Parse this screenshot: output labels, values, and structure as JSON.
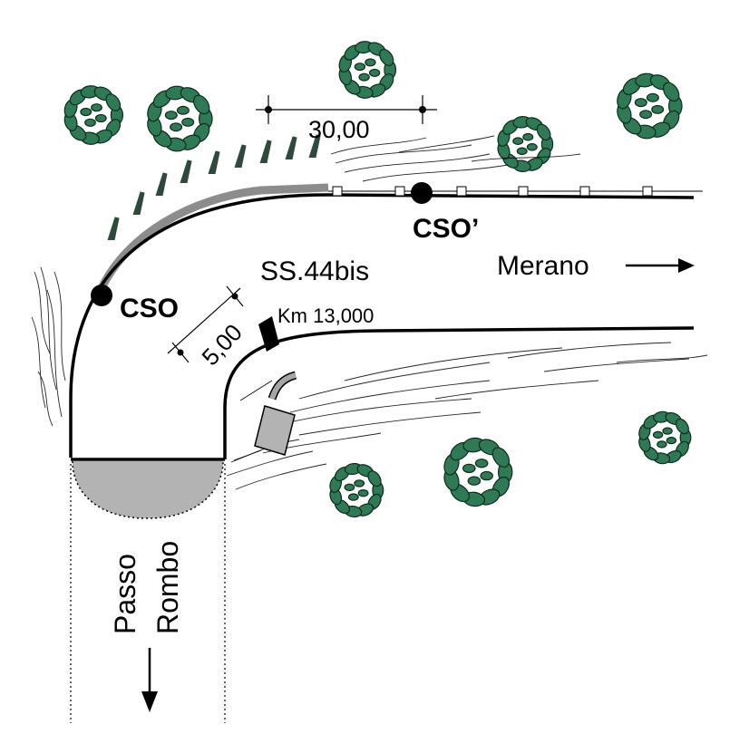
{
  "labels": {
    "distance_30": "30,00",
    "cso_prime": "CSO’",
    "cso": "CSO",
    "road_name": "SS.44bis",
    "merano": "Merano",
    "km_marker": "Km 13,000",
    "distance_5": "5,00",
    "passo": "Passo",
    "rombo": "Rombo"
  },
  "colors": {
    "road": "#000000",
    "grey_fill": "#b3b3b3",
    "guard_grey": "#8c8c8c",
    "tree_green": "#2e7a55",
    "tree_dark": "#0f2a1d"
  },
  "icons": {
    "tree": "tree-icon",
    "arrow_right": "arrow-right-icon",
    "arrow_down": "arrow-down-icon",
    "point": "point-marker-icon"
  }
}
